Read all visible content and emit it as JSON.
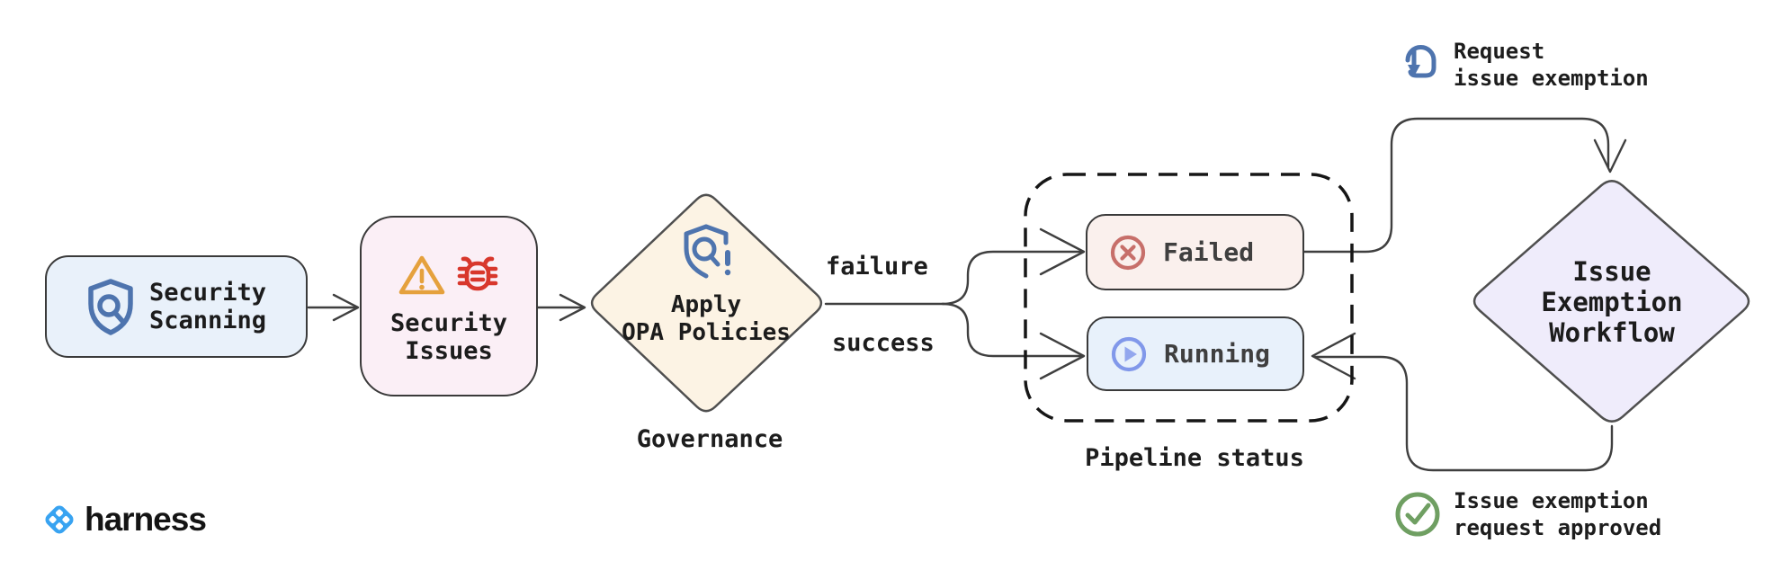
{
  "nodes": {
    "security_scanning": {
      "lines": [
        "Security",
        "Scanning"
      ]
    },
    "security_issues": {
      "lines": [
        "Security",
        "Issues"
      ]
    },
    "apply_opa": {
      "lines": [
        "Apply",
        "OPA Policies"
      ]
    },
    "failed": {
      "label": "Failed"
    },
    "running": {
      "label": "Running"
    },
    "issue_exemption": {
      "lines": [
        "Issue",
        "Exemption",
        "Workflow"
      ]
    }
  },
  "labels": {
    "governance": "Governance",
    "failure": "failure",
    "success": "success",
    "pipeline_status": "Pipeline status",
    "request_exemption": {
      "lines": [
        "Request",
        "issue exemption"
      ]
    },
    "approved": {
      "lines": [
        "Issue exemption",
        "request approved"
      ]
    }
  },
  "brand": {
    "name": "harness"
  },
  "colors": {
    "shield_blue": "#4e74ae",
    "warning_orange": "#e5a13d",
    "bug_red": "#d8372c",
    "failed_red": "#c76f6a",
    "running_blue": "#8198ea",
    "approved_green": "#6f9f62",
    "brand_blue": "#38a3f1",
    "fill_scanning": "#e9f1fa",
    "fill_issues": "#fbeff6",
    "fill_opa": "#fcf3e4",
    "fill_failed": "#faf0ed",
    "fill_running": "#e8f1fb",
    "fill_exemption": "#efecfb",
    "line": "#3f3f3f"
  }
}
